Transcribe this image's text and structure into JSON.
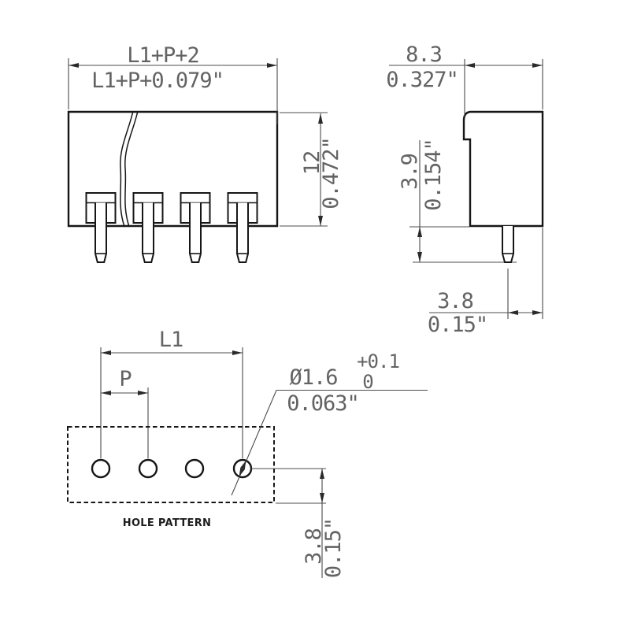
{
  "views": {
    "front": {
      "width_mm": "L1+P+2",
      "width_in": "L1+P+0.079\"",
      "height_mm": "12",
      "height_in": "0.472\""
    },
    "side": {
      "depth_mm": "8.3",
      "depth_in": "0.327\"",
      "pin_length_mm": "3.9",
      "pin_length_in": "0.154\"",
      "pin_setback_mm": "3.8",
      "pin_setback_in": "0.15\""
    },
    "hole_pattern": {
      "caption": "HOLE PATTERN",
      "span_label": "L1",
      "pitch_label": "P",
      "hole_diameter_mm": "Ø1.6",
      "tolerance_upper": "+0.1",
      "tolerance_lower": "0",
      "hole_diameter_in": "0.063\"",
      "row_offset_mm": "3.8",
      "row_offset_in": "0.15\""
    }
  },
  "colors": {
    "background": "#ffffff",
    "part_outline": "#161616",
    "dimension_line": "#4c4c4c",
    "dimension_text": "#636363"
  }
}
